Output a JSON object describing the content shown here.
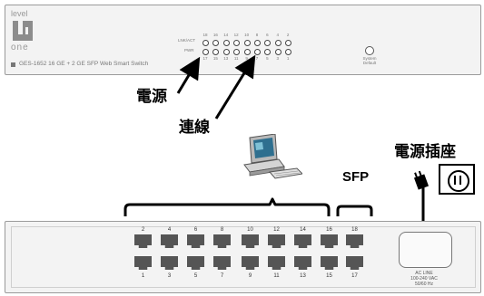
{
  "front_panel": {
    "logo_words": [
      "level",
      "one"
    ],
    "model_text": "GES-1652  16 GE + 2 GE SFP Web Smart Switch",
    "led_caption_top": "LNK/ACT",
    "led_caption_bottom": "PWR",
    "led_top_numbers": [
      "18",
      "16",
      "14",
      "12",
      "10",
      "8",
      "6",
      "4",
      "2"
    ],
    "led_bottom_numbers": [
      "17",
      "15",
      "13",
      "11",
      "9",
      "7",
      "5",
      "3",
      "1"
    ],
    "reset_label": "System Default"
  },
  "labels": {
    "power": "電源",
    "link": "連線",
    "socket": "電源插座",
    "sfp": "SFP"
  },
  "rear_panel": {
    "top_port_numbers": [
      "2",
      "4",
      "6",
      "8",
      "10",
      "12",
      "14",
      "16"
    ],
    "bottom_port_numbers": [
      "1",
      "3",
      "5",
      "7",
      "9",
      "11",
      "13",
      "15"
    ],
    "sfp_top_number": "18",
    "sfp_bottom_number": "17",
    "ac_label_lines": [
      "AC LINE",
      "100-240 VAC",
      "50/60 Hz"
    ]
  },
  "colors": {
    "device_fill": "#f3f3f3",
    "device_border": "#9a9a9a",
    "port_fill": "#555555",
    "text": "#000000"
  }
}
